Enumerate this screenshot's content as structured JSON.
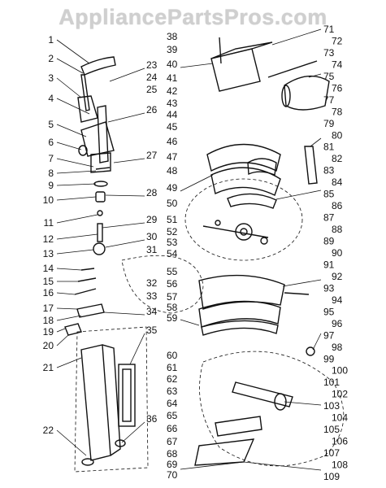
{
  "watermark": "AppliancePartsPros.com",
  "callouts_left": [
    "1",
    "2",
    "3",
    "4",
    "5",
    "6",
    "7",
    "8",
    "9",
    "10",
    "11",
    "12",
    "13",
    "14",
    "15",
    "16",
    "17",
    "18",
    "19",
    "20",
    "21",
    "22"
  ],
  "callouts_center": [
    "23",
    "24",
    "25",
    "26",
    "27",
    "28",
    "29",
    "30",
    "31",
    "32",
    "33",
    "34",
    "35",
    "36",
    "38",
    "39",
    "40",
    "41",
    "42",
    "43",
    "44",
    "45",
    "46",
    "47",
    "48",
    "49",
    "50",
    "51",
    "52",
    "53",
    "54",
    "55",
    "56",
    "57",
    "58",
    "59",
    "60",
    "61",
    "62",
    "63",
    "64",
    "65",
    "66",
    "67",
    "68",
    "69",
    "70"
  ],
  "callouts_right": [
    "71",
    "72",
    "73",
    "74",
    "75",
    "76",
    "77",
    "78",
    "79",
    "80",
    "81",
    "82",
    "83",
    "84",
    "85",
    "86",
    "87",
    "88",
    "89",
    "90",
    "91",
    "92",
    "93",
    "94",
    "95",
    "96",
    "97",
    "98",
    "99",
    "100",
    "101",
    "102",
    "103",
    "104",
    "105",
    "106",
    "107",
    "108",
    "109"
  ]
}
